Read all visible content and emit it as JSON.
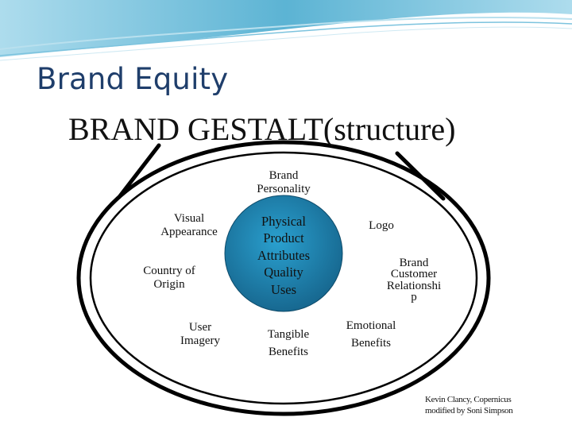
{
  "slide": {
    "title": "Brand Equity",
    "subtitle": "BRAND GESTALT(structure)"
  },
  "diagram": {
    "outer_labels": {
      "brand_personality": "Brand\nPersonality",
      "visual_appearance": "Visual\nAppearance",
      "country_of_origin": "Country of\nOrigin",
      "user_imagery": "User\nImagery",
      "tangible_benefits": "Tangible\nBenefits",
      "emotional_benefits": "Emotional\nBenefits",
      "logo": "Logo",
      "brand_customer_relationship": "Brand\nCustomer\nRelationshi\np"
    },
    "core_circle": {
      "text": "Physical\nProduct\nAttributes\nQuality\nUses",
      "fill_color": "#1c7fa8"
    },
    "credit": {
      "line1": "Kevin Clancy, Copernicus",
      "line2": "modified by Soni Simpson"
    }
  },
  "colors": {
    "title": "#1f3e6b",
    "header_wave": "#3fa6cc",
    "core_fill": "#1c7fa8"
  }
}
